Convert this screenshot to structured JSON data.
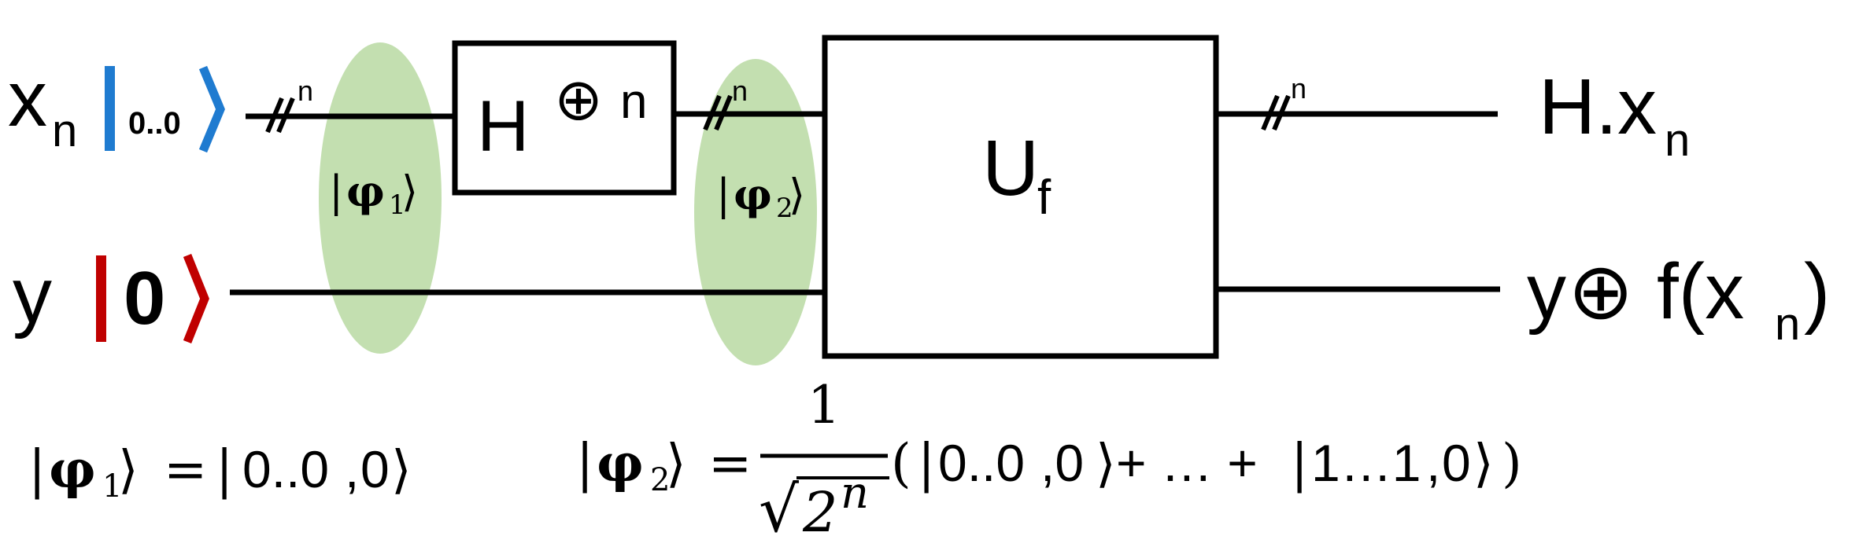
{
  "colors": {
    "blue_ket": "#1f7bd0",
    "red_ket": "#c00000",
    "blue_text": "#4472c4",
    "red_text": "#c00000",
    "ellipse_fill": "#a9d18e",
    "line": "#000000"
  },
  "inputs": {
    "x_label": "x",
    "x_sub": "n",
    "x_ket_value": "0..0",
    "y_label": "y",
    "y_ket_value": "0"
  },
  "wire_bundle_label": "n",
  "h_gate": {
    "label": "H",
    "oplus": "⊕",
    "power": "n"
  },
  "uf_gate": {
    "label": "U",
    "sub": "f"
  },
  "states": {
    "phi1_bar": "|",
    "phi1_symbol": "φ",
    "phi1_sub": "1",
    "phi1_close": "⟩",
    "phi2_bar": "|",
    "phi2_symbol": "φ",
    "phi2_sub": "2",
    "phi2_close": "⟩"
  },
  "outputs": {
    "top_prefix": "H.x",
    "top_sub": "n",
    "bottom_y": "y",
    "bottom_oplus": "⊕",
    "bottom_f": "f(x",
    "bottom_sub": "n",
    "bottom_close": ")"
  },
  "equations": {
    "eq1_lhs_bar": "|",
    "eq1_lhs_phi": "φ",
    "eq1_lhs_sub": "1",
    "eq1_lhs_close": "⟩",
    "eq1_equals": "=",
    "eq1_open": "|",
    "eq1_blue": "0..0",
    "eq1_comma": ",",
    "eq1_red": "0",
    "eq1_close": "⟩",
    "eq2_lhs_bar": "|",
    "eq2_lhs_phi": "φ",
    "eq2_lhs_sub": "2",
    "eq2_lhs_close": "⟩",
    "eq2_equals": "=",
    "eq2_numerator": "1",
    "eq2_sqrt": "√",
    "eq2_den_base": "2",
    "eq2_den_exp": "n",
    "eq2_paren_open": "(",
    "eq2_t1_open": "|",
    "eq2_t1_blue": "0..0",
    "eq2_t1_red": ",0",
    "eq2_t1_close": "⟩",
    "eq2_middle": "+ … +",
    "eq2_t2_open": "|",
    "eq2_t2_blue": "1…1",
    "eq2_t2_comma": ",",
    "eq2_t2_red": "0",
    "eq2_t2_close": "⟩",
    "eq2_paren_close": ")"
  }
}
